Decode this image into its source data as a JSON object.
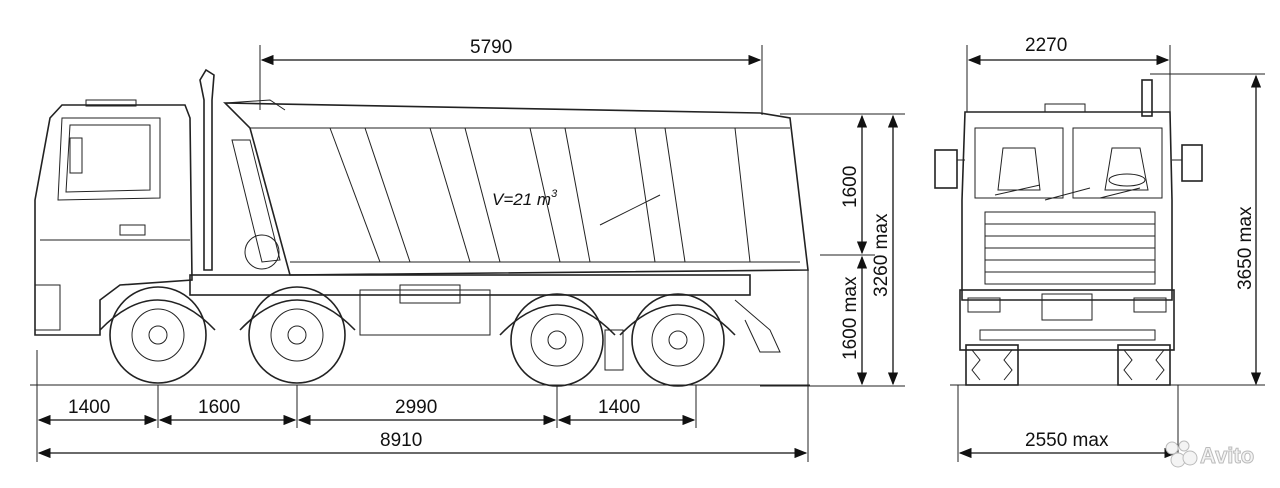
{
  "drawing": {
    "volume_label": "V=21 m",
    "volume_superscript": "3",
    "dimensions": {
      "body_length": "5790",
      "overall_length": "8910",
      "front_overhang": "1400",
      "wheelbase_1_2": "1600",
      "wheelbase_2_3": "2990",
      "wheelbase_3_4": "1400",
      "body_height": "1600",
      "frame_height": "1600 max",
      "side_total_height": "3260 max",
      "cab_width": "2270",
      "front_height": "3650 max",
      "overall_width": "2550 max"
    },
    "watermark": "Avito"
  }
}
